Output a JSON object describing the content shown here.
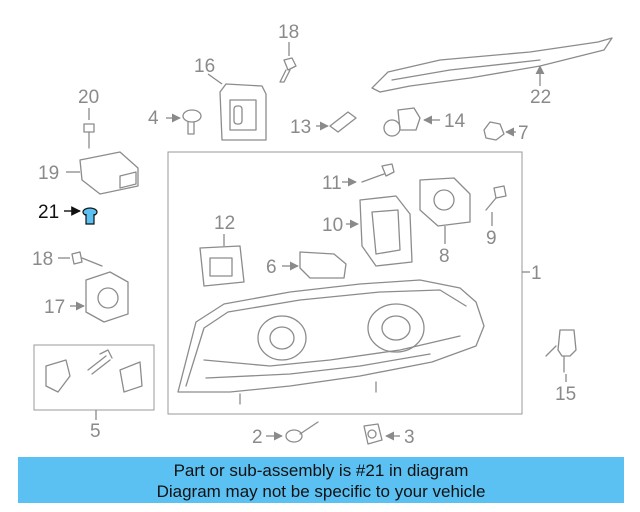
{
  "diagram": {
    "labels": {
      "p1": "1",
      "p2": "2",
      "p3": "3",
      "p4": "4",
      "p5": "5",
      "p6": "6",
      "p7": "7",
      "p8": "8",
      "p9": "9",
      "p10": "10",
      "p11": "11",
      "p12": "12",
      "p13": "13",
      "p14": "14",
      "p15": "15",
      "p16": "16",
      "p17": "17",
      "p18a": "18",
      "p18b": "18",
      "p19": "19",
      "p20": "20",
      "p21": "21",
      "p22": "22"
    },
    "highlighted_part": "21"
  },
  "banner": {
    "line1": "Part or sub-assembly is #21 in diagram",
    "line2": "Diagram may not be specific to your vehicle",
    "background": "#5bc1f3"
  },
  "colors": {
    "line_art": "#8c8c8c",
    "label_text": "#8a8a8a",
    "highlight_fill": "#5bc1f3",
    "highlight_text": "#111111"
  }
}
